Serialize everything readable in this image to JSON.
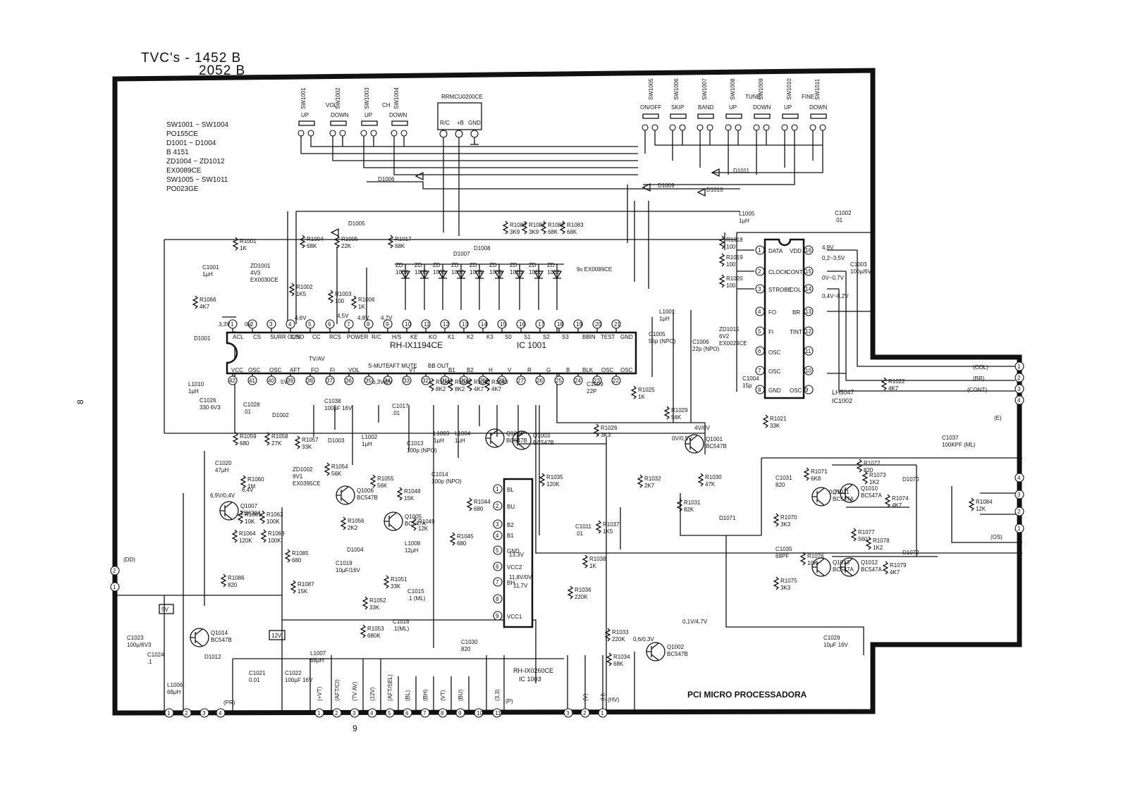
{
  "page": {
    "title_line1": "TVC's - 1452 B",
    "title_line2": "2052 B",
    "board_name": "PCI MICRO PROCESSADORA",
    "side_number": "8",
    "page_number": "9"
  },
  "legend": [
    "SW1001 ~ SW1004",
    "PO155CE",
    "D1001 ~ D1004",
    "B 4151",
    "ZD1004 ~ ZD1012",
    "EX0089CE",
    "SW1005 ~ SW1011",
    "PO023GE"
  ],
  "switches_left": [
    {
      "ref": "SW1001",
      "func": "UP"
    },
    {
      "ref": "SW1002",
      "func": "DOWN"
    },
    {
      "ref": "SW1003",
      "func": "UP"
    },
    {
      "ref": "SW1004",
      "func": "DOWN"
    }
  ],
  "switch_group_labels": {
    "vol": "VOL",
    "ch": "CH",
    "tune": "TUNE",
    "fine": "FINE"
  },
  "switches_right": [
    {
      "ref": "SW1005",
      "func": "ON/OFF"
    },
    {
      "ref": "SW1006",
      "func": "SKIP"
    },
    {
      "ref": "SW1007",
      "func": "BAND"
    },
    {
      "ref": "SW1008",
      "func": "UP"
    },
    {
      "ref": "SW1009",
      "func": "DOWN"
    },
    {
      "ref": "SW1010",
      "func": "UP"
    },
    {
      "ref": "SW1011",
      "func": "DOWN"
    }
  ],
  "remote": {
    "ref": "RRMCU0200CE",
    "pins": [
      "R/C",
      "+B",
      "GND"
    ]
  },
  "ic1001": {
    "name": "RH-IX1194CE",
    "ref": "IC 1001",
    "top_pins": [
      "ACL",
      "CS",
      "SURR OUND",
      "C/S",
      "CC",
      "RCS",
      "POWER",
      "R/C",
      "H/S",
      "KE",
      "KO",
      "K1",
      "K2",
      "K3",
      "S0",
      "S1",
      "S2",
      "S3",
      "BBIN",
      "TEST",
      "GND"
    ],
    "bottom_pins": [
      "VCC",
      "OSC",
      "OSC",
      "AFT",
      "FO",
      "FI",
      "VOL",
      "S-MUTE",
      "AFT MUTE",
      "VT",
      "BB OUT",
      "B1",
      "B2",
      "H",
      "V",
      "R",
      "G",
      "B",
      "BLK",
      "OSC",
      "OSC"
    ],
    "tv_av": "TV/AV"
  },
  "ic1002": {
    "name": "LH5047",
    "ref": "IC1002",
    "left_pins": [
      "DATA",
      "CLOCK",
      "STROBE",
      "FO",
      "FI",
      "OSC",
      "OSC",
      "GND"
    ],
    "right_pins": [
      "VDD",
      "CONT",
      "COL",
      "BR",
      "TINT",
      "",
      "",
      "OSC"
    ]
  },
  "ic1003": {
    "name": "RH-IX0260CE",
    "ref": "IC 1003",
    "pins": [
      "BL",
      "BU",
      "B2",
      "B1",
      "GND",
      "VCC2",
      "BH",
      "",
      "VCC1"
    ]
  },
  "resistors": [
    "R1001 1K",
    "R1002 1K5",
    "R1003 100",
    "R1004 68K",
    "R1005 22K",
    "R1006 1K",
    "R1017 68K",
    "R1080 3K9",
    "R1081 3K9",
    "R1082 68K",
    "R1083 68K",
    "R1066 4K7",
    "R1018 100",
    "R1019 100",
    "R1020 100",
    "R1021 33K",
    "R1022 4K7",
    "R1025 1K",
    "R1029 56K",
    "R1026 3K3",
    "R1030 47K",
    "R1031 82K",
    "R1032 2K7",
    "R1040 8K2",
    "R1041 8K2",
    "R1042 4K7",
    "R1043 4K7",
    "R1044 680",
    "R1045 680",
    "R1035 120K",
    "R1036 220K",
    "R1037 1K5",
    "R1038 1K",
    "R1033 220K",
    "R1034 68K",
    "R1059 680",
    "R1058 27K",
    "R1057 33K",
    "R1060 1M",
    "R1061 10K",
    "R1062 100K",
    "R1063 100K",
    "R1064 120K",
    "R1054 56K",
    "R1055 56K",
    "R1056 2K2",
    "R1048 15K",
    "R1049 12K",
    "R1051 33K",
    "R1052 33K",
    "R1053 680K",
    "R1085 680",
    "R1086 820",
    "R1087 15K",
    "R1070 3K3",
    "R1071 6K8",
    "R1072 820",
    "R1073 1K2",
    "R1074 4K7",
    "R1075 3K3",
    "R1076 10K",
    "R1077 560",
    "R1078 1K2",
    "R1079 4K7",
    "R1084 12K"
  ],
  "capacitors": [
    "C1001 1µH",
    "C1002 .01",
    "C1003 100µ/6V3",
    "C1004 15p",
    "C1005 56p (NPO)",
    "C1006 22p (NPO)",
    "C1009 22P",
    "C1011 .01",
    "C1013 100p (NPO)",
    "C1014 100p (NPO)",
    "C1015 .1 (ML)",
    "C1016 .1(ML)",
    "C1017 .01",
    "C1019 10µF/16V",
    "C1020 47µH",
    "C1021 0.01",
    "C1022 100µF 16V",
    "C1023 100µ/6V3",
    "C1024 .1",
    "C1026 330 6V3",
    "C1028 .01",
    "C1029 10µF 16V",
    "C1030 820",
    "C1031 820",
    "C1035 68PF",
    "C1037 100KPF (ML)",
    "C1038 100µF 16V"
  ],
  "inductors": [
    "L1001 1µH",
    "L1002 1µH",
    "L1003 1µH",
    "L1004 1µH",
    "L1005 1µH",
    "L1006 68µH",
    "L1007 68µH",
    "L1008 12µH",
    "L1010 1µH"
  ],
  "transistors": [
    "Q1001 BC547B",
    "Q1002 BC547B",
    "Q1003 BC547B",
    "Q1004 BC547B",
    "Q1005 BC547A",
    "Q1006 BC547B",
    "Q1007 2SK304",
    "Q1010 BC547A",
    "Q1011 BC547A",
    "Q1012 BC547A",
    "Q1013 BC547A",
    "Q1014 BC547B"
  ],
  "diodes": [
    "D1001",
    "D1002",
    "D1003",
    "D1004",
    "D1005",
    "D1006",
    "D1007",
    "D1008",
    "D1009",
    "D1010",
    "D1011",
    "D1012",
    "D1070",
    "D1071",
    "D1072",
    "ZD1001 4V3 EX0030CE",
    "ZD1002 9V1 EX0395CE",
    "ZD1015 6V2 EX0024CE",
    "9x EX0089CE"
  ],
  "zener_array": [
    "ZD 1004",
    "ZD 1005",
    "ZD 1006",
    "ZD 1007",
    "ZD 1008",
    "ZD 1009",
    "ZD 1010",
    "ZD 1011",
    "ZD 1012"
  ],
  "right_connector": {
    "pins": [
      "1",
      "2",
      "3",
      "4"
    ],
    "labels": [
      "(COL)",
      "(BR)",
      "(CONT)",
      "(E)"
    ]
  },
  "os_connector": {
    "pins": [
      "4",
      "3",
      "2",
      "1"
    ],
    "label": "(OS)"
  },
  "bottom_connector": {
    "pins": [
      "1",
      "2",
      "3",
      "4",
      "1",
      "2",
      "3",
      "4",
      "5",
      "6",
      "7",
      "8",
      "9",
      "10",
      "11",
      "3",
      "2",
      "1"
    ],
    "labels": [
      "(+VT)",
      "(AFT/CI)",
      "(TV AV)",
      "(12V)",
      "(AFT/SEL)",
      "(BL)",
      "(BH)",
      "(VT)",
      "(BU)",
      "(3,3)",
      "(V)",
      "(H)"
    ],
    "groups": [
      "(PR)",
      "(P)",
      "(HV)"
    ]
  },
  "left_connector": {
    "pins": [
      "2",
      "1"
    ],
    "label": "(DD)"
  },
  "rails": [
    "5V",
    "12V"
  ],
  "voltages": [
    "3,3V",
    "0V",
    "4,5V",
    "4,8V",
    "4,6V",
    "4,7V",
    "5V",
    "6,3V/0V",
    "11,7V",
    "13,3V",
    "11,8V/0V",
    "0,1V/4,7V",
    "0,6/0,3V",
    "4V/0V",
    "0V/0,5V",
    "6,9V/0,4V",
    "6,4V",
    "0,7V",
    "0,2~3,5V",
    "0V~0,7V",
    "0,4V~8,2V",
    "4,9V"
  ],
  "colors": {
    "ink": "#111111",
    "paper": "#ffffff"
  }
}
